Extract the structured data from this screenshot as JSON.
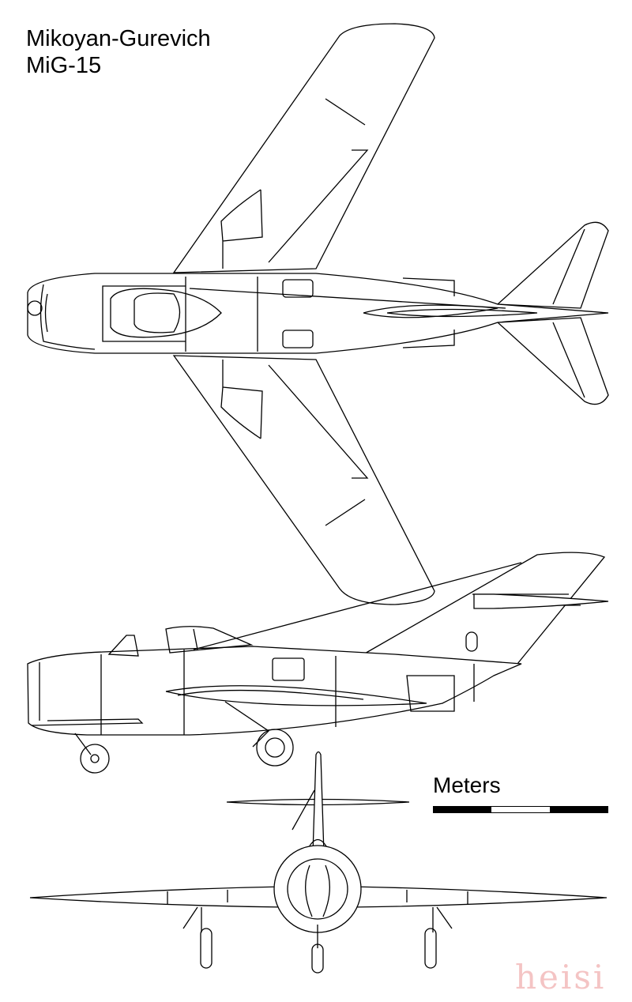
{
  "title": {
    "line1": "Mikoyan-Gurevich",
    "line2": "MiG-15"
  },
  "scale": {
    "label": "Meters",
    "segments": [
      "#000000",
      "#ffffff",
      "#000000"
    ]
  },
  "watermark": {
    "text": "heisi",
    "color": "#f4c4c4"
  }
}
